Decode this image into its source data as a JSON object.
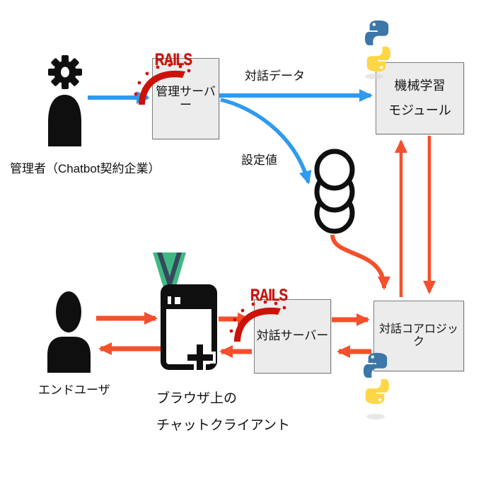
{
  "diagram": {
    "boxes": {
      "admin_server": "管理サーバー",
      "ml_module_line1": "機械学習",
      "ml_module_line2": "モジュール",
      "dialog_server": "対話サーバー",
      "core_logic": "対話コアロジック"
    },
    "labels": {
      "admin": "管理者（Chatbot契約企業）",
      "dialog_data": "対話データ",
      "config_value": "設定値",
      "end_user": "エンドユーザ",
      "browser_line1": "ブラウザ上の",
      "browser_line2": "チャットクライアント"
    },
    "logos": {
      "rails": "RAILS",
      "python_icon": "python-logo",
      "vue_icon": "vue-logo"
    },
    "colors": {
      "blue_arrow": "#2E9BEF",
      "red_arrow": "#F4502C",
      "box_fill": "#ECECEC",
      "box_border": "#7F7F7F",
      "rails_red": "#CC1208",
      "python_blue": "#3B77A8",
      "python_yellow": "#FFD645",
      "vue_green": "#41B883",
      "vue_dark": "#35495E",
      "icon_black": "#0F0F0F"
    }
  }
}
